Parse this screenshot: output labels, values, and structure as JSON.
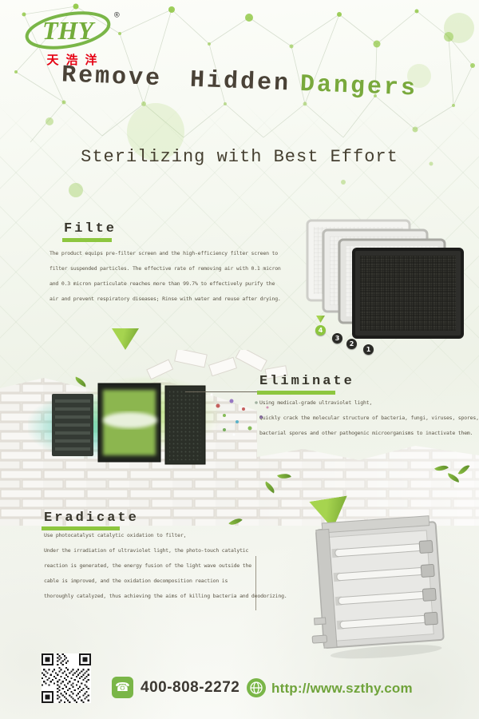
{
  "brand": {
    "name": "THY",
    "registered": "®",
    "chinese": "天浩洋"
  },
  "hero": {
    "title_part1": "Remove Hidden",
    "title_part2": "Dangers",
    "subtitle": "Sterilizing with Best Effort"
  },
  "sections": {
    "filter": {
      "title": "Filte",
      "lines": [
        "The product equips pre-filter screen and the high-efficiency filter screen to",
        "filter suspended particles. The effective rate of removing air with 0.1 micron",
        "and 0.3 micron particulate reaches more than 99.7% to effectively purify the",
        "air and prevent respiratory diseases; Rinse with water and reuse after drying."
      ],
      "badges": {
        "b1": "1",
        "b2": "2",
        "b3": "3",
        "b4": "4"
      }
    },
    "eliminate": {
      "title": "Eliminate",
      "lines": [
        "Using medical-grade ultraviolet light,",
        "Quickly crack the molecular structure of bacteria, fungi, viruses, spores,",
        "bacterial spores and other pathogenic microorganisms to inactivate them."
      ]
    },
    "eradicate": {
      "title": "Eradicate",
      "lines": [
        "Use photocatalyst catalytic oxidation to filter,",
        "Under the irradiation of ultraviolet light, the photo-touch catalytic",
        "reaction is generated, the energy fusion of the light wave outside the",
        "cable is improved, and the oxidation decomposition reaction is",
        "thoroughly catalyzed, thus achieving the aims of killing bacteria and deodorizing."
      ]
    }
  },
  "footer": {
    "phone_icon": "☎",
    "phone": "400-808-2272",
    "website": "http://www.szthy.com"
  },
  "colors": {
    "accent_green": "#8dc63f",
    "title_green": "#79a93c",
    "title_dark": "#4a4237",
    "body_text": "#5a5445",
    "brand_red": "#e60012",
    "website_green": "#6fa33a"
  }
}
